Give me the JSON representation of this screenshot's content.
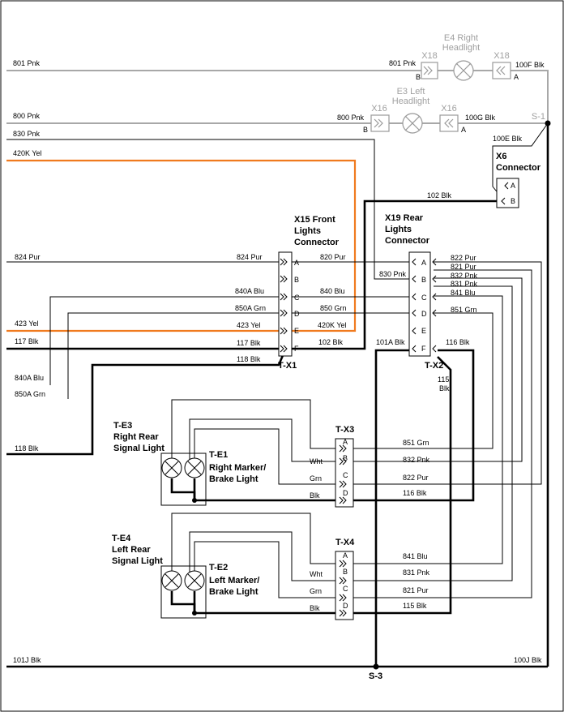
{
  "components": {
    "e4": {
      "name_line1": "E4 Right",
      "name_line2": "Headlight"
    },
    "e3": {
      "name_line1": "E3 Left",
      "name_line2": "Headlight"
    },
    "x18": "X18",
    "x16": "X16",
    "s1": "S-1",
    "s3": "S-3",
    "x6": {
      "name_line1": "X6",
      "name_line2": "Connector",
      "pin_a": "A",
      "pin_b": "B"
    },
    "x15": {
      "name_line1": "X15 Front",
      "name_line2": "Lights",
      "name_line3": "Connector",
      "tag": "T-X1"
    },
    "x19": {
      "name_line1": "X19 Rear",
      "name_line2": "Lights",
      "name_line3": "Connector",
      "tag": "T-X2"
    },
    "tx3": "T-X3",
    "tx4": "T-X4",
    "te3": {
      "line1": "T-E3",
      "line2": "Right Rear",
      "line3": "Signal Light"
    },
    "te1": {
      "line1": "T-E1",
      "line2": "Right Marker/",
      "line3": "Brake Light"
    },
    "te4": {
      "line1": "T-E4",
      "line2": "Left Rear",
      "line3": "Signal Light"
    },
    "te2": {
      "line1": "T-E2",
      "line2": "Left Marker/",
      "line3": "Brake Light"
    },
    "pins": {
      "a": "A",
      "b": "B",
      "c": "C",
      "d": "D",
      "e": "E",
      "f": "F"
    }
  },
  "wires": {
    "w801_left": "801 Pnk",
    "w801_right": "801 Pnk",
    "w100f": "100F Blk",
    "w800_left": "800 Pnk",
    "w800_right": "800 Pnk",
    "w100g": "100G Blk",
    "w830_left": "830 Pnk",
    "w830_right": "830 Pnk",
    "w100e": "100E Blk",
    "w420k_left": "420K Yel",
    "w420k_right": "420K Yel",
    "w102_top": "102 Blk",
    "w102_mid": "102 Blk",
    "w824_left": "824 Pur",
    "w824_right": "824 Pur",
    "w820": "820 Pur",
    "w840a_mid": "840A Blu",
    "w840": "840 Blu",
    "w850a_mid": "850A Grn",
    "w850": "850 Grn",
    "w423_left": "423 Yel",
    "w423_right": "423 Yel",
    "w117_left": "117 Blk",
    "w117_right": "117 Blk",
    "w118_mid": "118 Blk",
    "w840a_left": "840A Blu",
    "w850a_left": "850A Grn",
    "w118_left": "118 Blk",
    "w822": "822 Pur",
    "w821": "821 Pur",
    "w832": "832 Pnk",
    "w831": "831 Pnk",
    "w841": "841 Blu",
    "w851": "851 Grn",
    "w101a": "101A Blk",
    "w116_x2": "116 Blk",
    "w115_line1": "115",
    "w115_line2": "Blk",
    "wht": "Wht",
    "grn": "Grn",
    "blk": "Blk",
    "w851_x3": "851 Grn",
    "w832_x3": "832 Pnk",
    "w822_x3": "822 Pur",
    "w116_x3": "116 Blk",
    "w841_x4": "841 Blu",
    "w831_x4": "831 Pnk",
    "w821_x4": "821 Pur",
    "w115_x4": "115 Blk",
    "w101j_left": "101J Blk",
    "w100j_right": "100J Blk"
  }
}
